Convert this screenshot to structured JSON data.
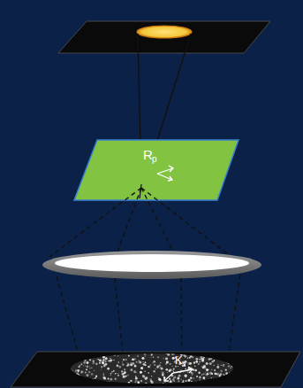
{
  "diagram": {
    "labels": [
      "R",
      "p",
      "K",
      "f"
    ]
  }
}
